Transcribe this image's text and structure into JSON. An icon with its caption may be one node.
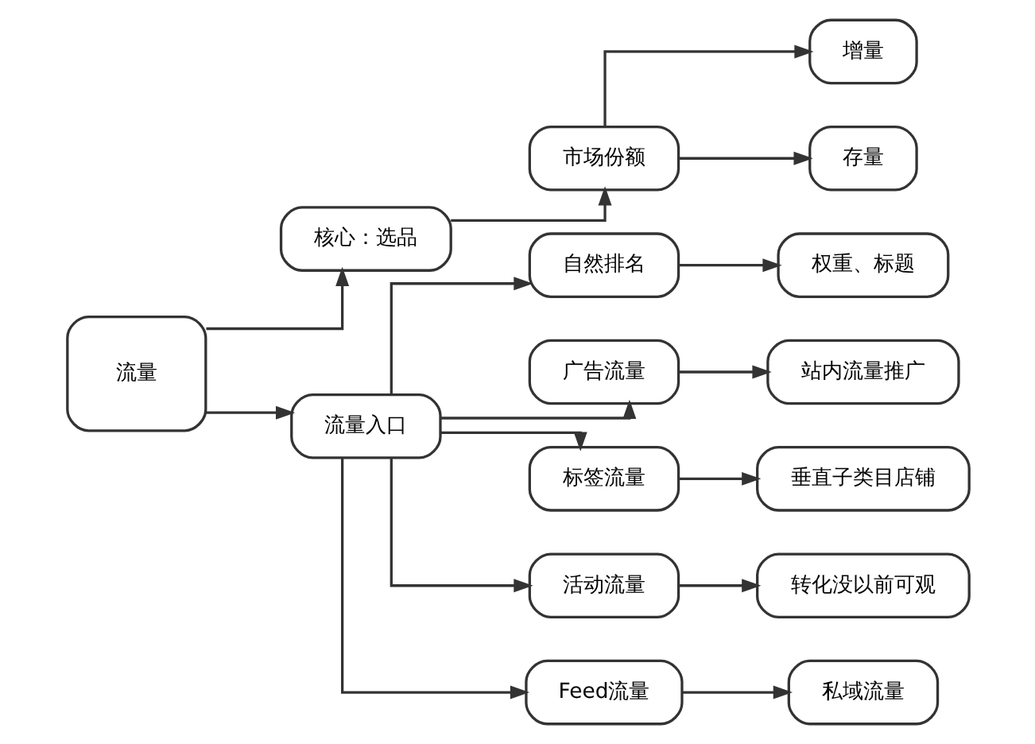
{
  "diagram": {
    "nodes": [
      {
        "text": [
          "流量"
        ]
      },
      {
        "text": [
          "核心：选品"
        ]
      },
      {
        "text": [
          "市场份额"
        ]
      },
      {
        "text": [
          "增量"
        ]
      },
      {
        "text": [
          "存量"
        ]
      },
      {
        "text": [
          "流量入口"
        ]
      },
      {
        "text": [
          "自然排名"
        ]
      },
      {
        "text": [
          "权重、标题"
        ]
      },
      {
        "text": [
          "广告流量"
        ]
      },
      {
        "text": [
          "站内流量推广"
        ]
      },
      {
        "text": [
          "标签流量"
        ]
      },
      {
        "text": [
          "垂直子类目店铺"
        ]
      },
      {
        "text": [
          "活动流量"
        ]
      },
      {
        "text": [
          "转化没以前可观"
        ]
      },
      {
        "text": [
          "Feed流量"
        ]
      },
      {
        "text": [
          "私域流量"
        ]
      }
    ],
    "edges": [
      {
        "from": 0,
        "to": 1,
        "arrow": "to"
      },
      {
        "from": 1,
        "to": 2,
        "arrow": "to"
      },
      {
        "from": 2,
        "to": 3,
        "arrow": "to"
      },
      {
        "from": 2,
        "to": 4,
        "arrow": "to"
      },
      {
        "from": 0,
        "to": 5,
        "arrow": "to"
      },
      {
        "from": 5,
        "to": 6,
        "arrow": "to"
      },
      {
        "from": 5,
        "to": 8,
        "arrow": "to"
      },
      {
        "from": 5,
        "to": 10,
        "arrow": "to"
      },
      {
        "from": 5,
        "to": 12,
        "arrow": "to"
      },
      {
        "from": 5,
        "to": 14,
        "arrow": "to"
      },
      {
        "from": 6,
        "to": 7,
        "arrow": "to"
      },
      {
        "from": 8,
        "to": 9,
        "arrow": "to"
      },
      {
        "from": 10,
        "to": 11,
        "arrow": "to"
      },
      {
        "from": 12,
        "to": 13,
        "arrow": "to"
      },
      {
        "from": 14,
        "to": 15,
        "arrow": "to"
      }
    ]
  }
}
